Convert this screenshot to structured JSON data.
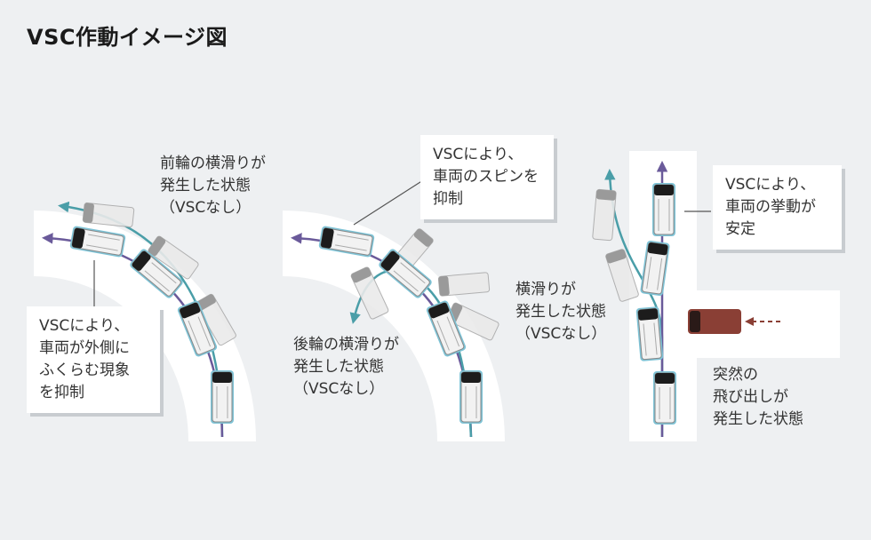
{
  "title": "VSC作動イメージ図",
  "colors": {
    "background": "#eef0f2",
    "road": "#ffffff",
    "path_with_vsc": "#6a5a9a",
    "path_without_vsc": "#4a9ea8",
    "other_vehicle": "#8a3f35",
    "vehicle_body": "#e6e6e6",
    "vehicle_shadow_blue": "#7ec3d6"
  },
  "panel1": {
    "label_without": [
      "前輪の横滑りが",
      "発生した状態",
      "（VSCなし）"
    ],
    "box": [
      "VSCにより、",
      "車両が外側に",
      "ふくらむ現象",
      "を抑制"
    ]
  },
  "panel2": {
    "box": [
      "VSCにより、",
      "車両のスピンを",
      "抑制"
    ],
    "label_without": [
      "後輪の横滑りが",
      "発生した状態",
      "（VSCなし）"
    ]
  },
  "panel3": {
    "label_without": [
      "横滑りが",
      "発生した状態",
      "（VSCなし）"
    ],
    "box": [
      "VSCにより、",
      "車両の挙動が",
      "安定"
    ],
    "label_event": [
      "突然の",
      "飛び出しが",
      "発生した状態"
    ]
  }
}
